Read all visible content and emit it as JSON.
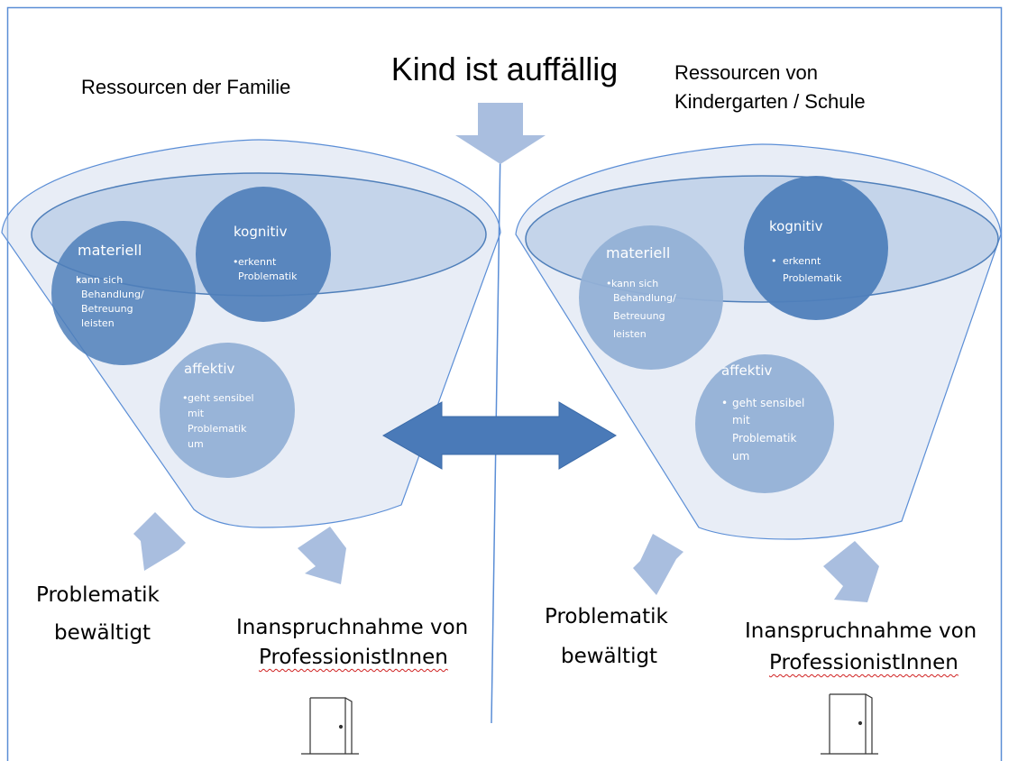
{
  "title": "Kind ist auffällig",
  "colors": {
    "frame": "#5b8ed6",
    "circle_dark": "#4f7fba",
    "circle_light": "#94b1d6",
    "funnel_fill": "#cbd8ea",
    "ellipse_fill": "#b8cbe5",
    "arrow_light": "#a9bedf",
    "double_arrow": "#4a7ab8"
  },
  "left": {
    "heading": "Ressourcen der Familie",
    "materiell": {
      "label": "materiell",
      "items": [
        "kann sich",
        "Behandlung/",
        "Betreuung",
        "leisten"
      ]
    },
    "kognitiv": {
      "label": "kognitiv",
      "items": [
        "erkennt",
        "Problematik"
      ]
    },
    "affektiv": {
      "label": "affektiv",
      "items": [
        "geht sensibel",
        "mit",
        "Problematik",
        "um"
      ]
    },
    "outcome_1": [
      "Problematik",
      "bewältigt"
    ],
    "outcome_2": [
      "Inanspruchnahme von",
      "ProfessionistInnen"
    ]
  },
  "right": {
    "heading": [
      "Ressourcen von",
      "Kindergarten / Schule"
    ],
    "materiell": {
      "label": "materiell",
      "items": [
        "kann sich",
        "Behandlung/",
        "Betreuung",
        "leisten"
      ]
    },
    "kognitiv": {
      "label": "kognitiv",
      "items": [
        "erkennt",
        "Problematik"
      ]
    },
    "affektiv": {
      "label": "affektiv",
      "items": [
        "geht sensibel",
        "mit",
        "Problematik",
        "um"
      ]
    },
    "outcome_1": [
      "Problematik",
      "bewältigt"
    ],
    "outcome_2": [
      "Inanspruchnahme von",
      "ProfessionistInnen"
    ]
  }
}
